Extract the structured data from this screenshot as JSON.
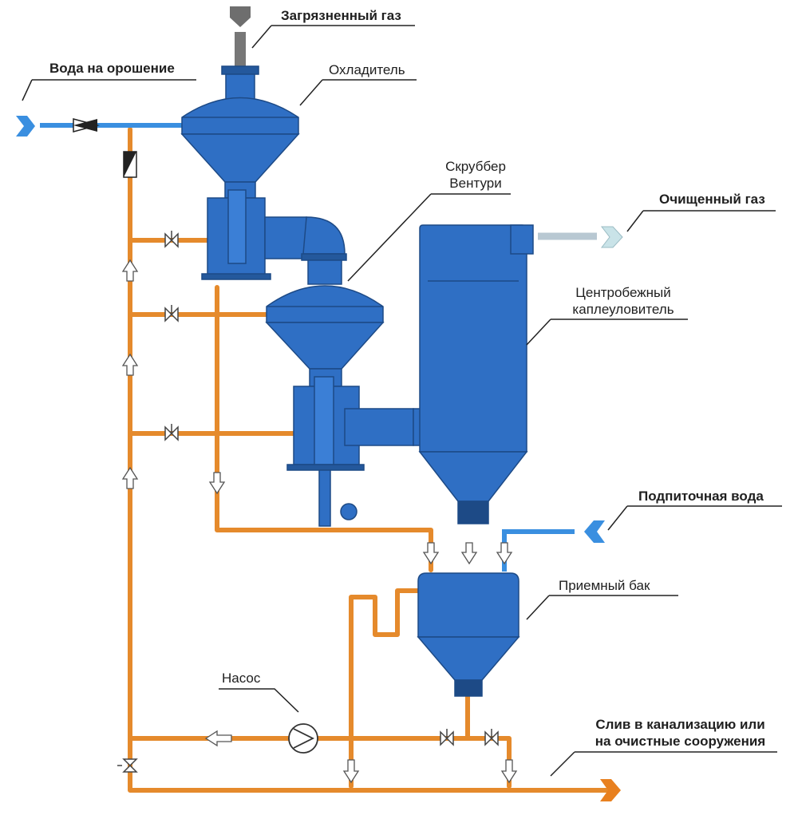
{
  "labels": {
    "dirty_gas": "Загрязненный газ",
    "irrigation_water": "Вода на орошение",
    "cooler": "Охладитель",
    "venturi": "Скруббер\nВентури",
    "clean_gas": "Очищенный газ",
    "separator": "Центробежный\nкаплеуловитель",
    "makeup_water": "Подпиточная вода",
    "receiving_tank": "Приемный бак",
    "pump": "Насос",
    "drain": "Слив в канализацию или\nна очистные сооружения"
  },
  "colors": {
    "equipment": "#2f6fc4",
    "equipment_dark": "#24589c",
    "water_pipe": "#3a8fe0",
    "circulation_pipe": "#e58a2c",
    "inlet_arrow": "#3a8fe0",
    "outlet_arrow_gas": "#c9e3e8",
    "outlet_arrow_drain": "#e8801f",
    "dirty_gas_arrow": "#6e6e6e"
  }
}
